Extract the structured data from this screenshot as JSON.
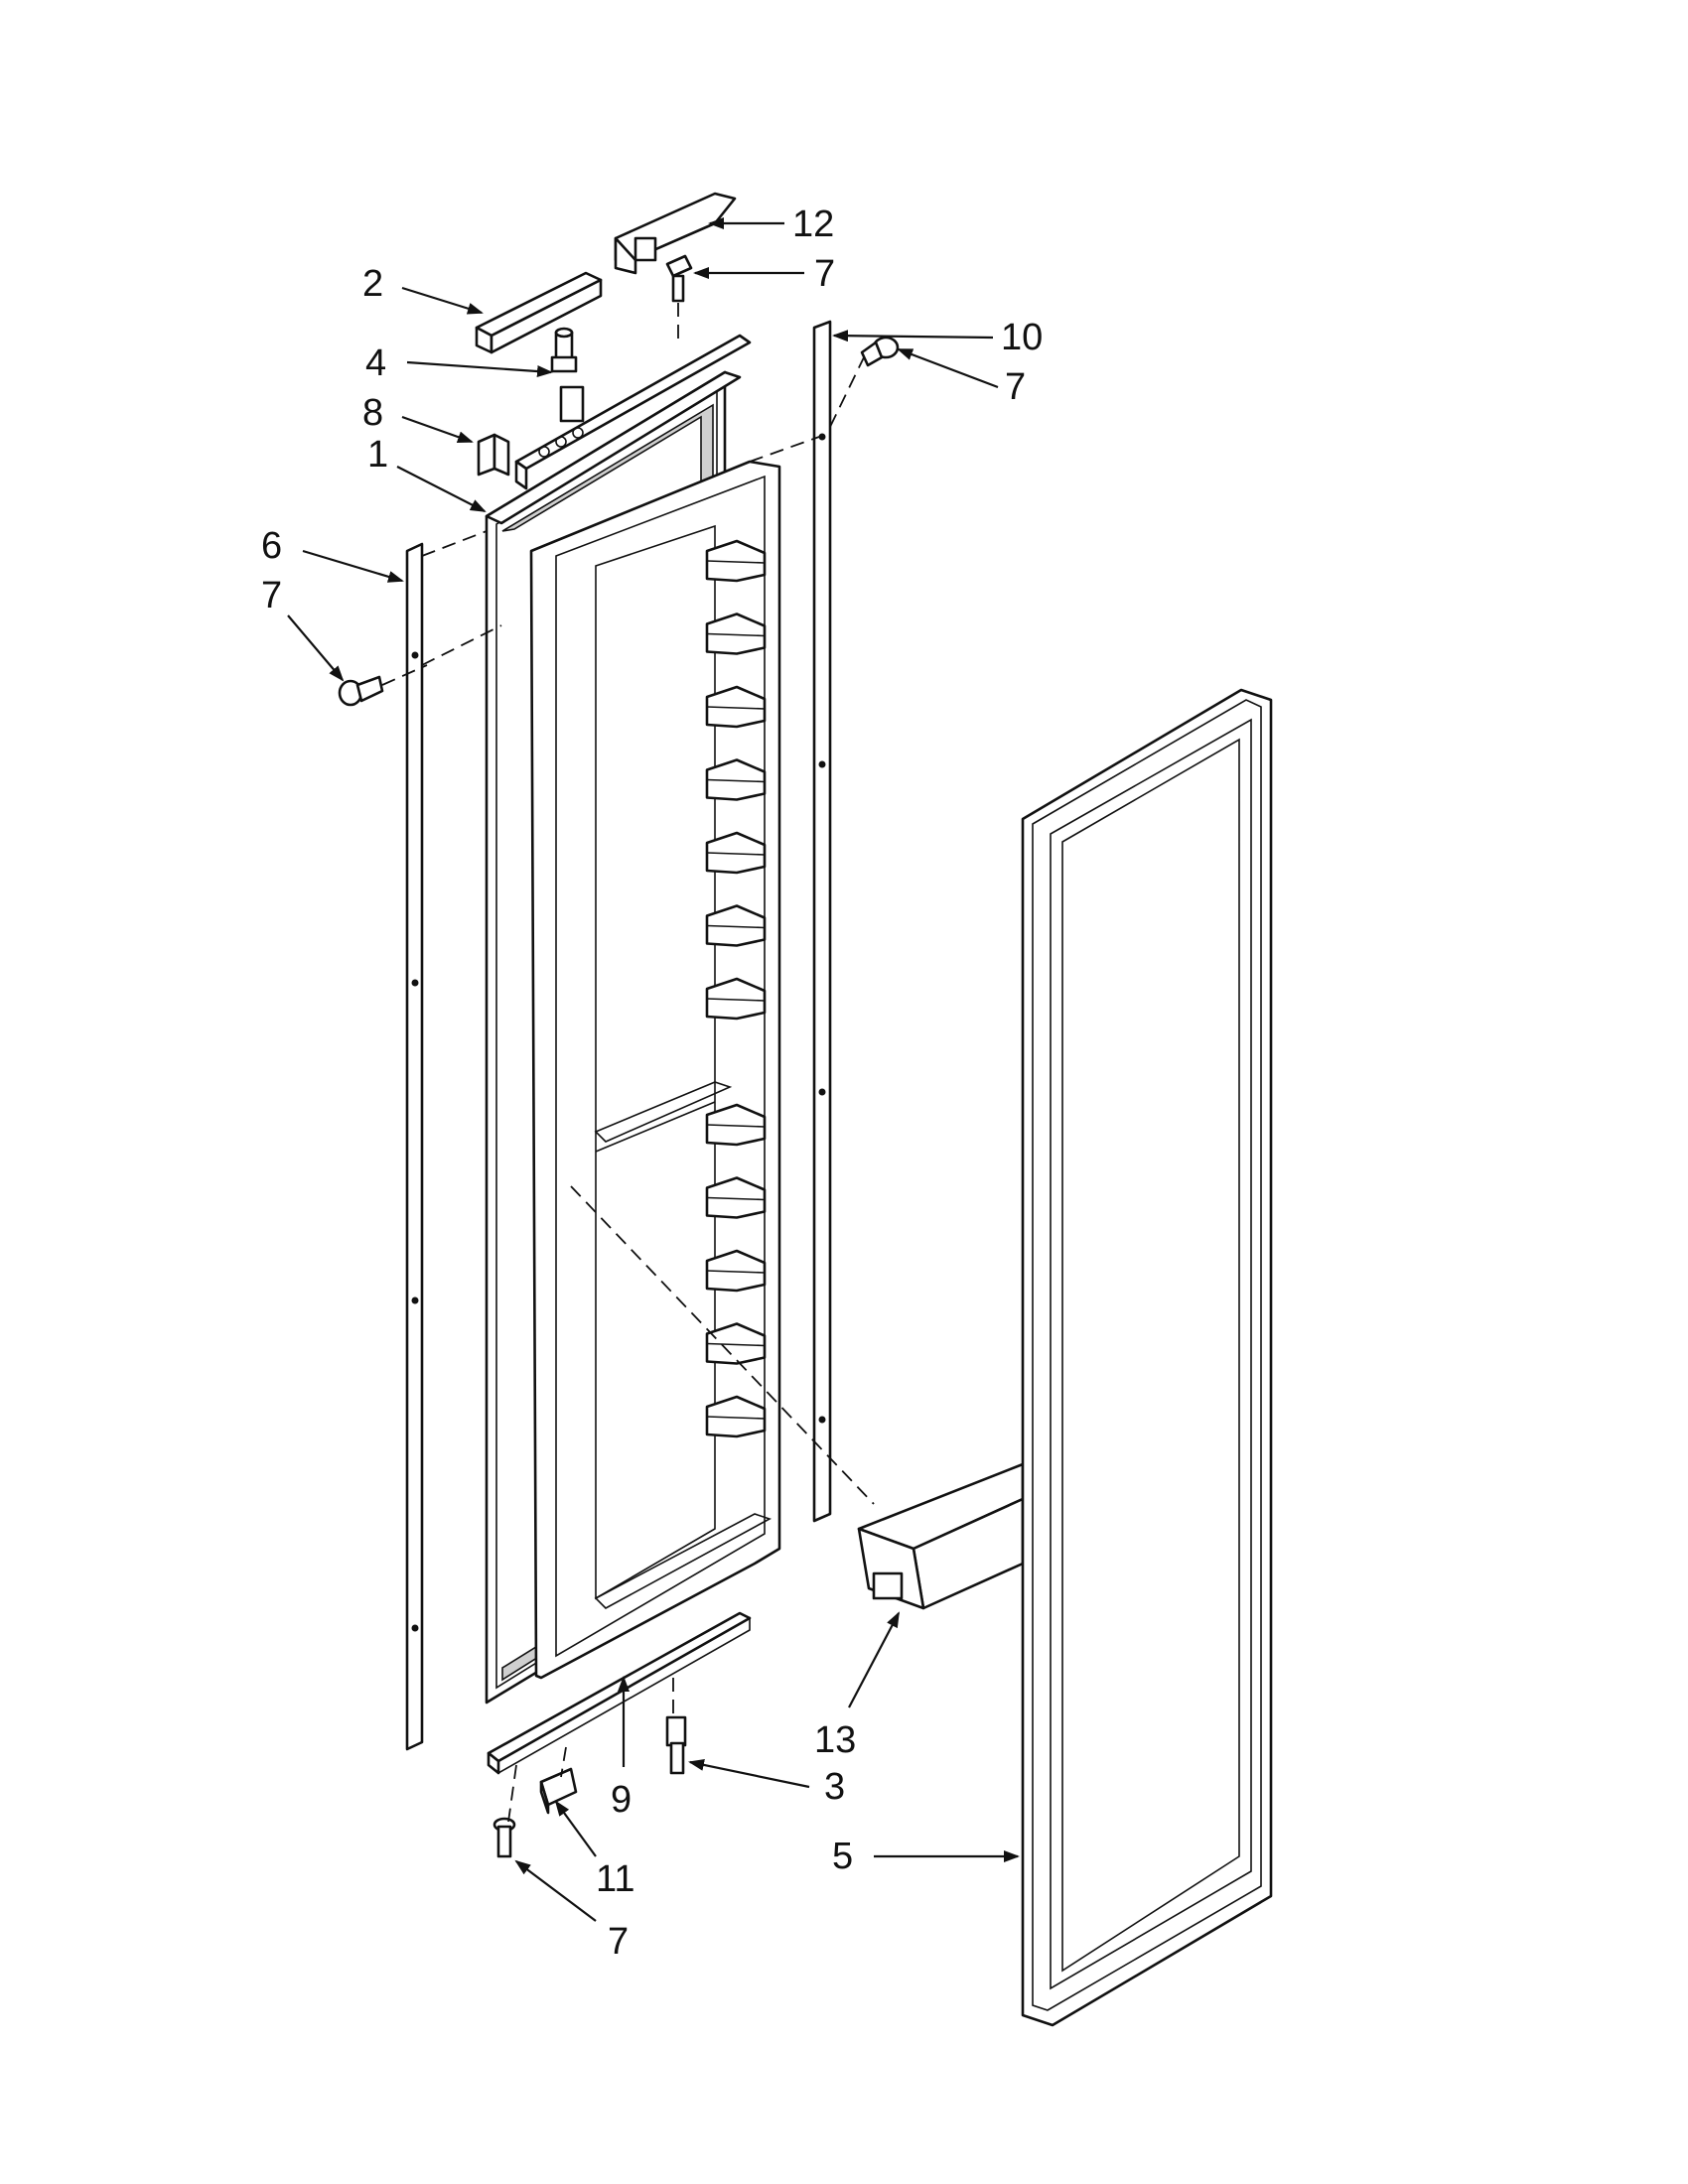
{
  "diagram": {
    "callouts": [
      {
        "id": "c12",
        "label": "12"
      },
      {
        "id": "c7a",
        "label": "7"
      },
      {
        "id": "c2",
        "label": "2"
      },
      {
        "id": "c10",
        "label": "10"
      },
      {
        "id": "c4",
        "label": "4"
      },
      {
        "id": "c7b",
        "label": "7"
      },
      {
        "id": "c8",
        "label": "8"
      },
      {
        "id": "c1",
        "label": "1"
      },
      {
        "id": "c6",
        "label": "6"
      },
      {
        "id": "c7c",
        "label": "7"
      },
      {
        "id": "c13",
        "label": "13"
      },
      {
        "id": "c9",
        "label": "9"
      },
      {
        "id": "c3",
        "label": "3"
      },
      {
        "id": "c11",
        "label": "11"
      },
      {
        "id": "c5",
        "label": "5"
      },
      {
        "id": "c7d",
        "label": "7"
      }
    ]
  }
}
